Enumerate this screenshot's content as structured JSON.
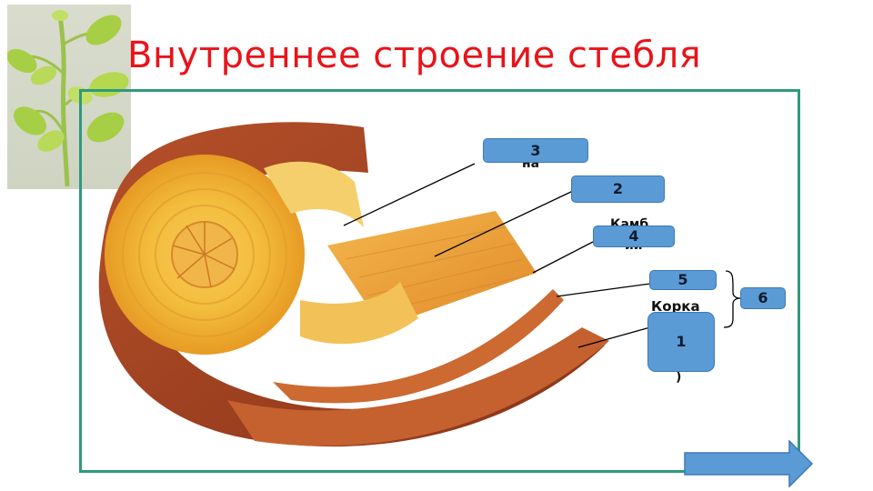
{
  "title": "Внутреннее строение стебля",
  "labels": {
    "l1": "1",
    "l2": "2",
    "l3": "3",
    "l4": "4",
    "l5": "5",
    "l6": "6"
  },
  "peek": {
    "p3": "на",
    "p4a": "Камб",
    "p4b": "ий",
    "p5": "Корка",
    "p1": ")"
  },
  "colors": {
    "title": "#e8141a",
    "frame": "#2e9a7d",
    "label_fill": "#5b9bd5",
    "arrow_fill": "#5b9bd5"
  },
  "icons": {
    "plant": "plant-sprout-image",
    "next": "next-arrow-icon"
  }
}
